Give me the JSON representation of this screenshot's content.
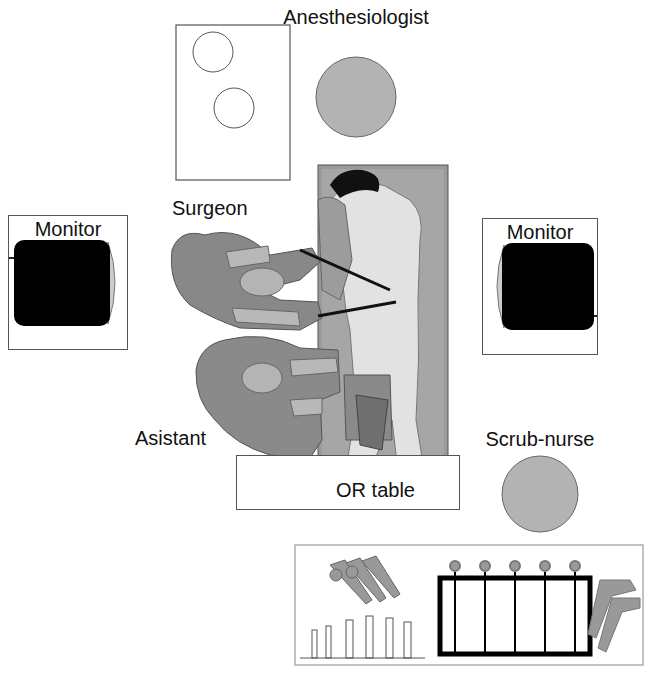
{
  "diagram": {
    "nodes": [
      {
        "text": [
          "Anesthesiologist"
        ]
      },
      {
        "text": [
          "Monitor"
        ]
      },
      {
        "text": [
          "Monitor"
        ]
      },
      {
        "text": [
          "Scrub-nurse"
        ]
      },
      {
        "text": [
          "OR table"
        ]
      }
    ],
    "labels": [
      "Surgeon",
      "Asistant"
    ]
  }
}
